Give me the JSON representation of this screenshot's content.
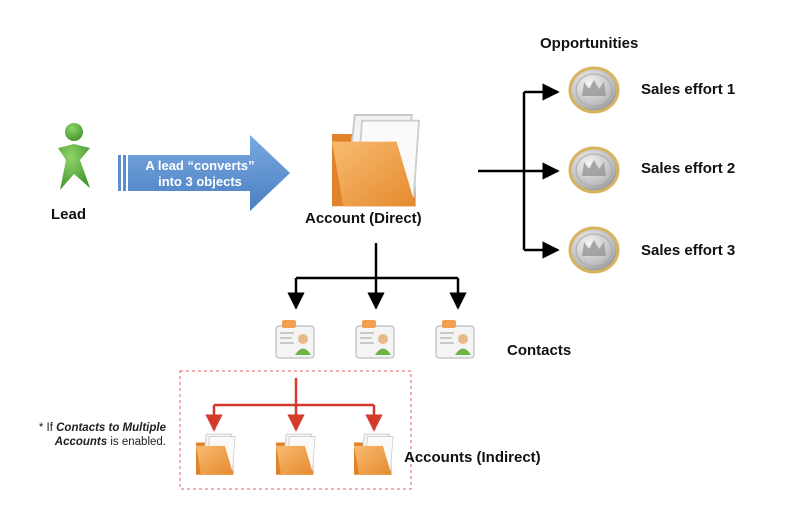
{
  "lead_label": "Lead",
  "convert_arrow": {
    "line1": "A lead “converts”",
    "line2": "into 3 objects"
  },
  "account_label": "Account (Direct)",
  "opportunities": {
    "title": "Opportunities",
    "items": [
      "Sales effort 1",
      "Sales effort 2",
      "Sales effort 3"
    ]
  },
  "contacts_label": "Contacts",
  "accounts_indirect_label": "Accounts (Indirect)",
  "footnote": {
    "prefix": "* If ",
    "emphasis": "Contacts to Multiple Accounts",
    "suffix": " is enabled."
  },
  "colors": {
    "arrow_blue": "#5b8fd0",
    "folder_orange": "#f0a050",
    "connector_red": "#d43a2a",
    "lead_green": "#5fb543",
    "coin_silver": "#c9c9c9",
    "coin_gold": "#d9b25a"
  }
}
